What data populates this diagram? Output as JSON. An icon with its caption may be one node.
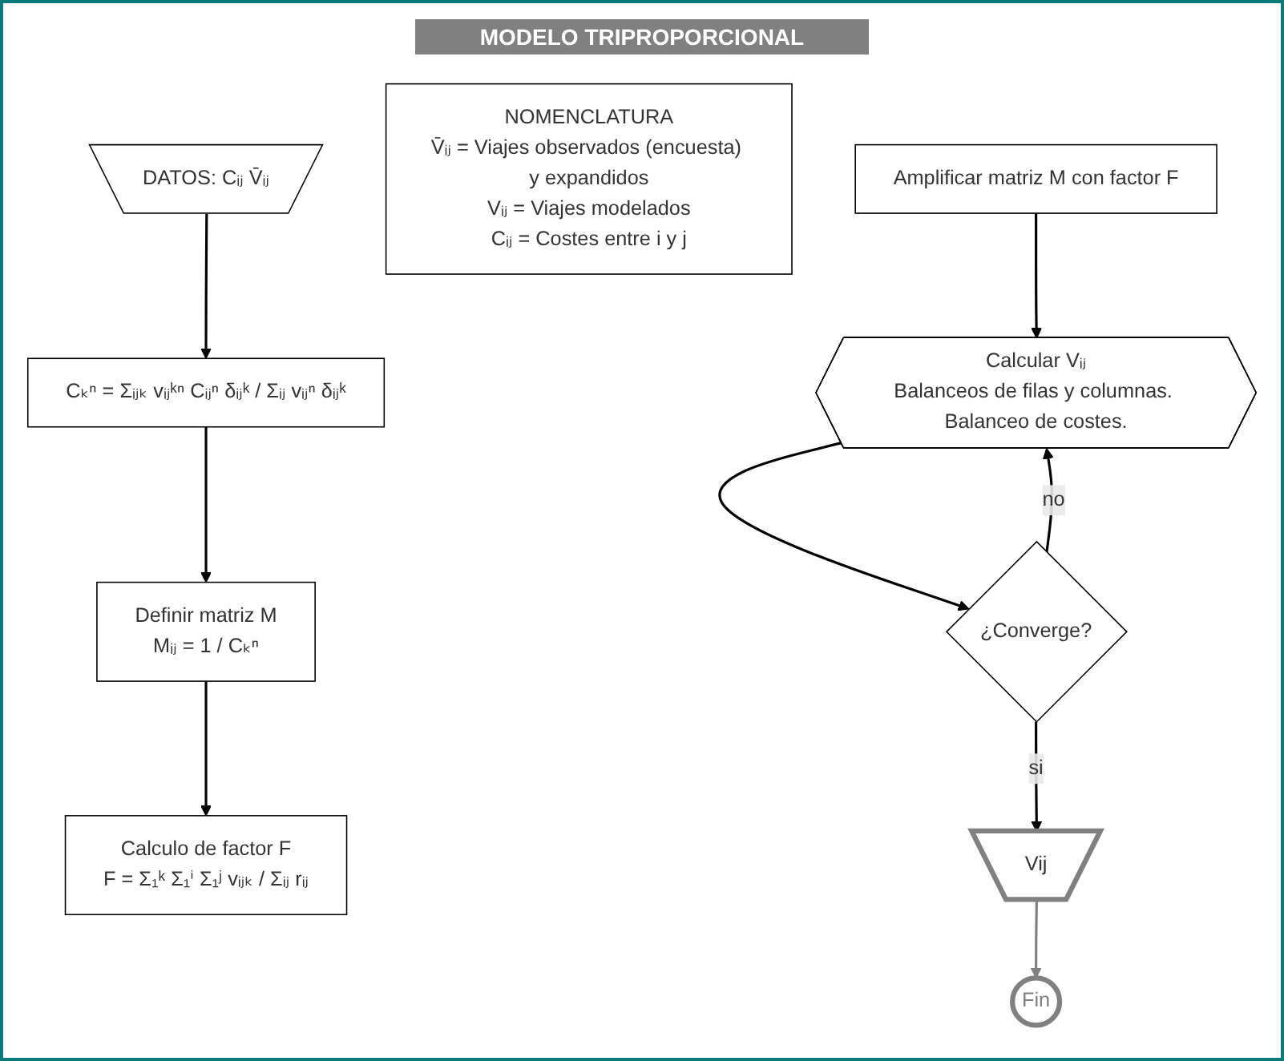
{
  "diagram": {
    "title": "MODELO TRIPROPORCIONAL",
    "nodes": [
      {
        "text": [
          "DATOS: Cᵢⱼ V̄ᵢⱼ"
        ]
      },
      {
        "text": [
          "NOMENCLATURA",
          "V̄ᵢⱼ = Viajes observados (encuesta) y expandidos",
          "Vᵢⱼ = Viajes modelados",
          "Cᵢⱼ = Costes entre i y j"
        ]
      },
      {
        "text": [
          "Cₖⁿ = Σᵢⱼₖ vᵢⱼᵏⁿ Cᵢⱼⁿ δᵢⱼᵏ / Σᵢⱼ vᵢⱼⁿ δᵢⱼᵏ"
        ]
      },
      {
        "text": [
          "Definir matriz M",
          "Mᵢⱼ = 1 / Cₖⁿ"
        ]
      },
      {
        "text": [
          "Calculo de factor F",
          "F = Σ₁ᵏ Σ₁ⁱ Σ₁ʲ vᵢⱼₖ / Σᵢⱼ rᵢⱼ"
        ]
      },
      {
        "text": [
          "Amplificar matriz M con factor F"
        ]
      },
      {
        "text": [
          "Fin"
        ]
      },
      {
        "text": [
          "Vij"
        ]
      },
      {
        "text": [
          "¿Converge?"
        ]
      },
      {
        "text": [
          "Calcular Vᵢⱼ",
          "Balanceos de filas y columnas. Balanceo de costes."
        ]
      }
    ],
    "edges": [
      {
        "from": 0,
        "to": 2,
        "arrow": "to"
      },
      {
        "from": 2,
        "to": 3,
        "arrow": "to"
      },
      {
        "from": 3,
        "to": 4,
        "arrow": "to"
      },
      {
        "from": 5,
        "to": 9,
        "arrow": "to"
      },
      {
        "from": 9,
        "to": 8,
        "arrow": "to"
      },
      {
        "from": 8,
        "to": 7,
        "label": "si",
        "arrow": "to"
      },
      {
        "from": 8,
        "to": 9,
        "label": "no",
        "arrow": "to"
      },
      {
        "from": 7,
        "to": 6,
        "arrow": "to",
        "color": "#808080"
      }
    ]
  }
}
